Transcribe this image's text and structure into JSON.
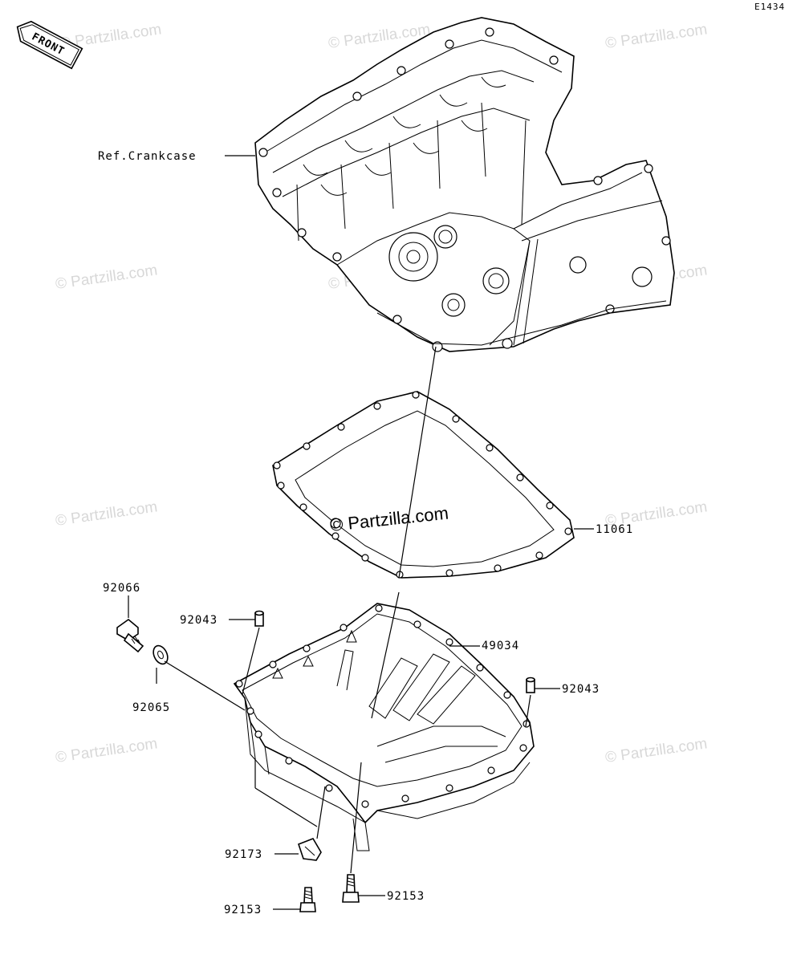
{
  "diagram_code": "E1434",
  "front_label": "FRONT",
  "watermark": "© Partzilla.com",
  "center_watermark": "© Partzilla.com",
  "labels": {
    "ref_crankcase": "Ref.Crankcase",
    "gasket": "11061",
    "oil_pan": "49034",
    "plug": "92066",
    "washer": "92065",
    "pin_left": "92043",
    "pin_right": "92043",
    "clip": "92173",
    "bolt_left": "92153",
    "bolt_right": "92153"
  }
}
